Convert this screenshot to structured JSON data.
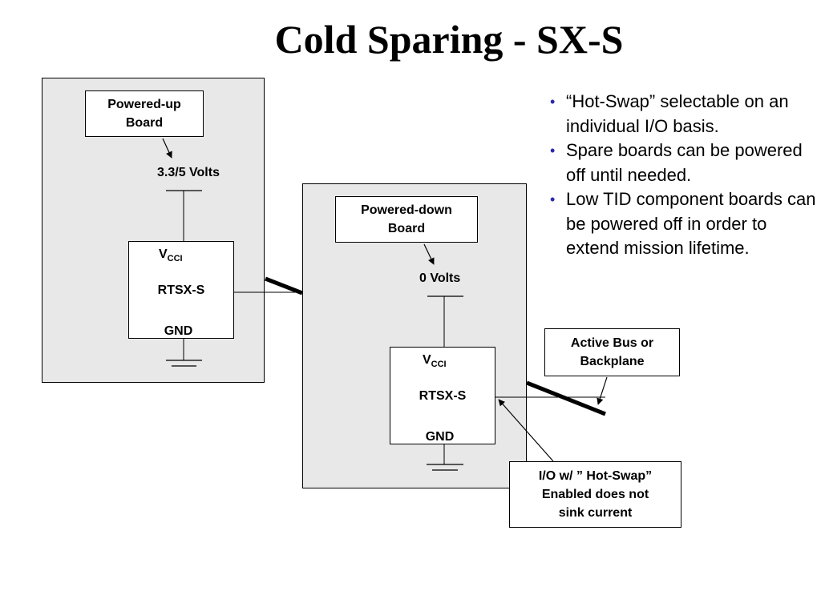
{
  "title": "Cold Sparing - SX-S",
  "left_board": {
    "label_line1": "Powered-up",
    "label_line2": "Board",
    "voltage": "3.3/5 Volts",
    "chip": {
      "v": "V",
      "sub": "CCI",
      "name": "RTSX-S",
      "gnd": "GND"
    }
  },
  "right_board": {
    "label_line1": "Powered-down",
    "label_line2": "Board",
    "voltage": "0 Volts",
    "chip": {
      "v": "V",
      "sub": "CCI",
      "name": "RTSX-S",
      "gnd": "GND"
    }
  },
  "callouts": {
    "bus_line1": "Active Bus or",
    "bus_line2": "Backplane",
    "io_line1": "I/O w/ ” Hot-Swap”",
    "io_line2": "Enabled does not",
    "io_line3": "sink current"
  },
  "bullets": [
    "“Hot-Swap” selectable on an individual I/O basis.",
    "Spare boards can be powered off until needed.",
    "Low TID component boards can be powered off in order to extend mission lifetime."
  ],
  "colors": {
    "panel": "#e8e8e8",
    "bullet": "#2a2ab0"
  }
}
